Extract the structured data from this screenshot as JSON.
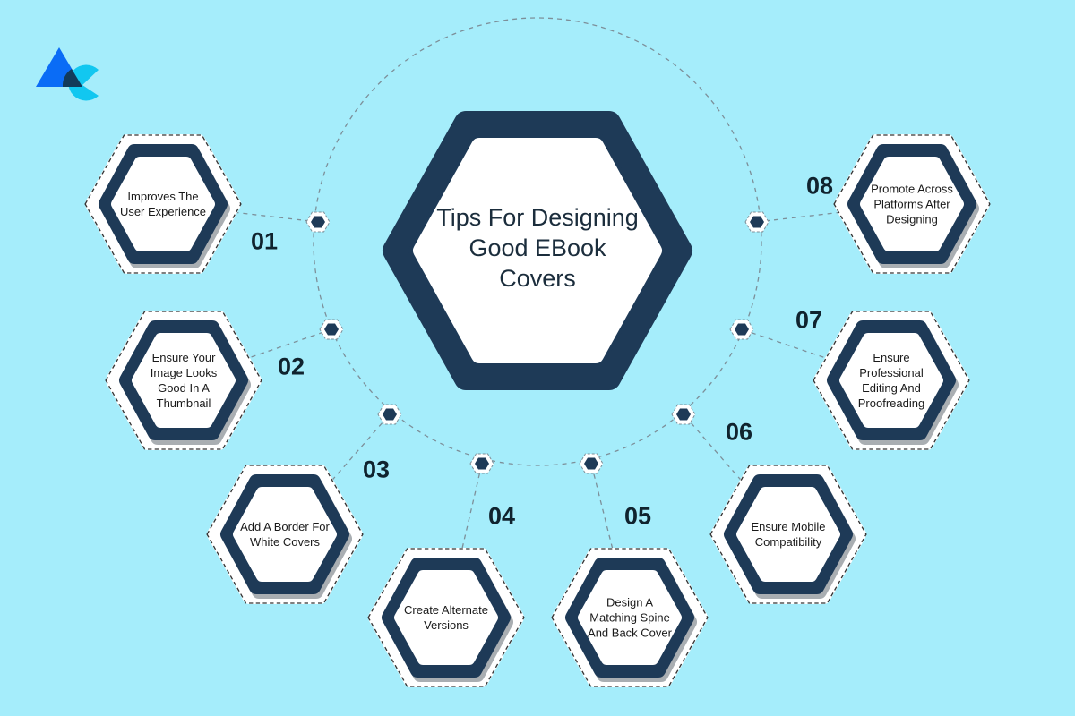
{
  "title": "Tips For Designing Good EBook Covers",
  "colors": {
    "background": "#a5edfb",
    "dark": "#1e3a57",
    "logo_blue": "#0a6cf6",
    "logo_cyan": "#12c7f0"
  },
  "tips": [
    {
      "number": "01",
      "text": "Improves The User Experience"
    },
    {
      "number": "02",
      "text": "Ensure Your Image Looks Good In A Thumbnail"
    },
    {
      "number": "03",
      "text": "Add A Border For White Covers"
    },
    {
      "number": "04",
      "text": "Create Alternate Versions"
    },
    {
      "number": "05",
      "text": "Design A Matching Spine And Back Cover"
    },
    {
      "number": "06",
      "text": "Ensure Mobile Compatibility"
    },
    {
      "number": "07",
      "text": "Ensure Professional Editing And Proofreading"
    },
    {
      "number": "08",
      "text": "Promote Across Platforms After Designing"
    }
  ]
}
